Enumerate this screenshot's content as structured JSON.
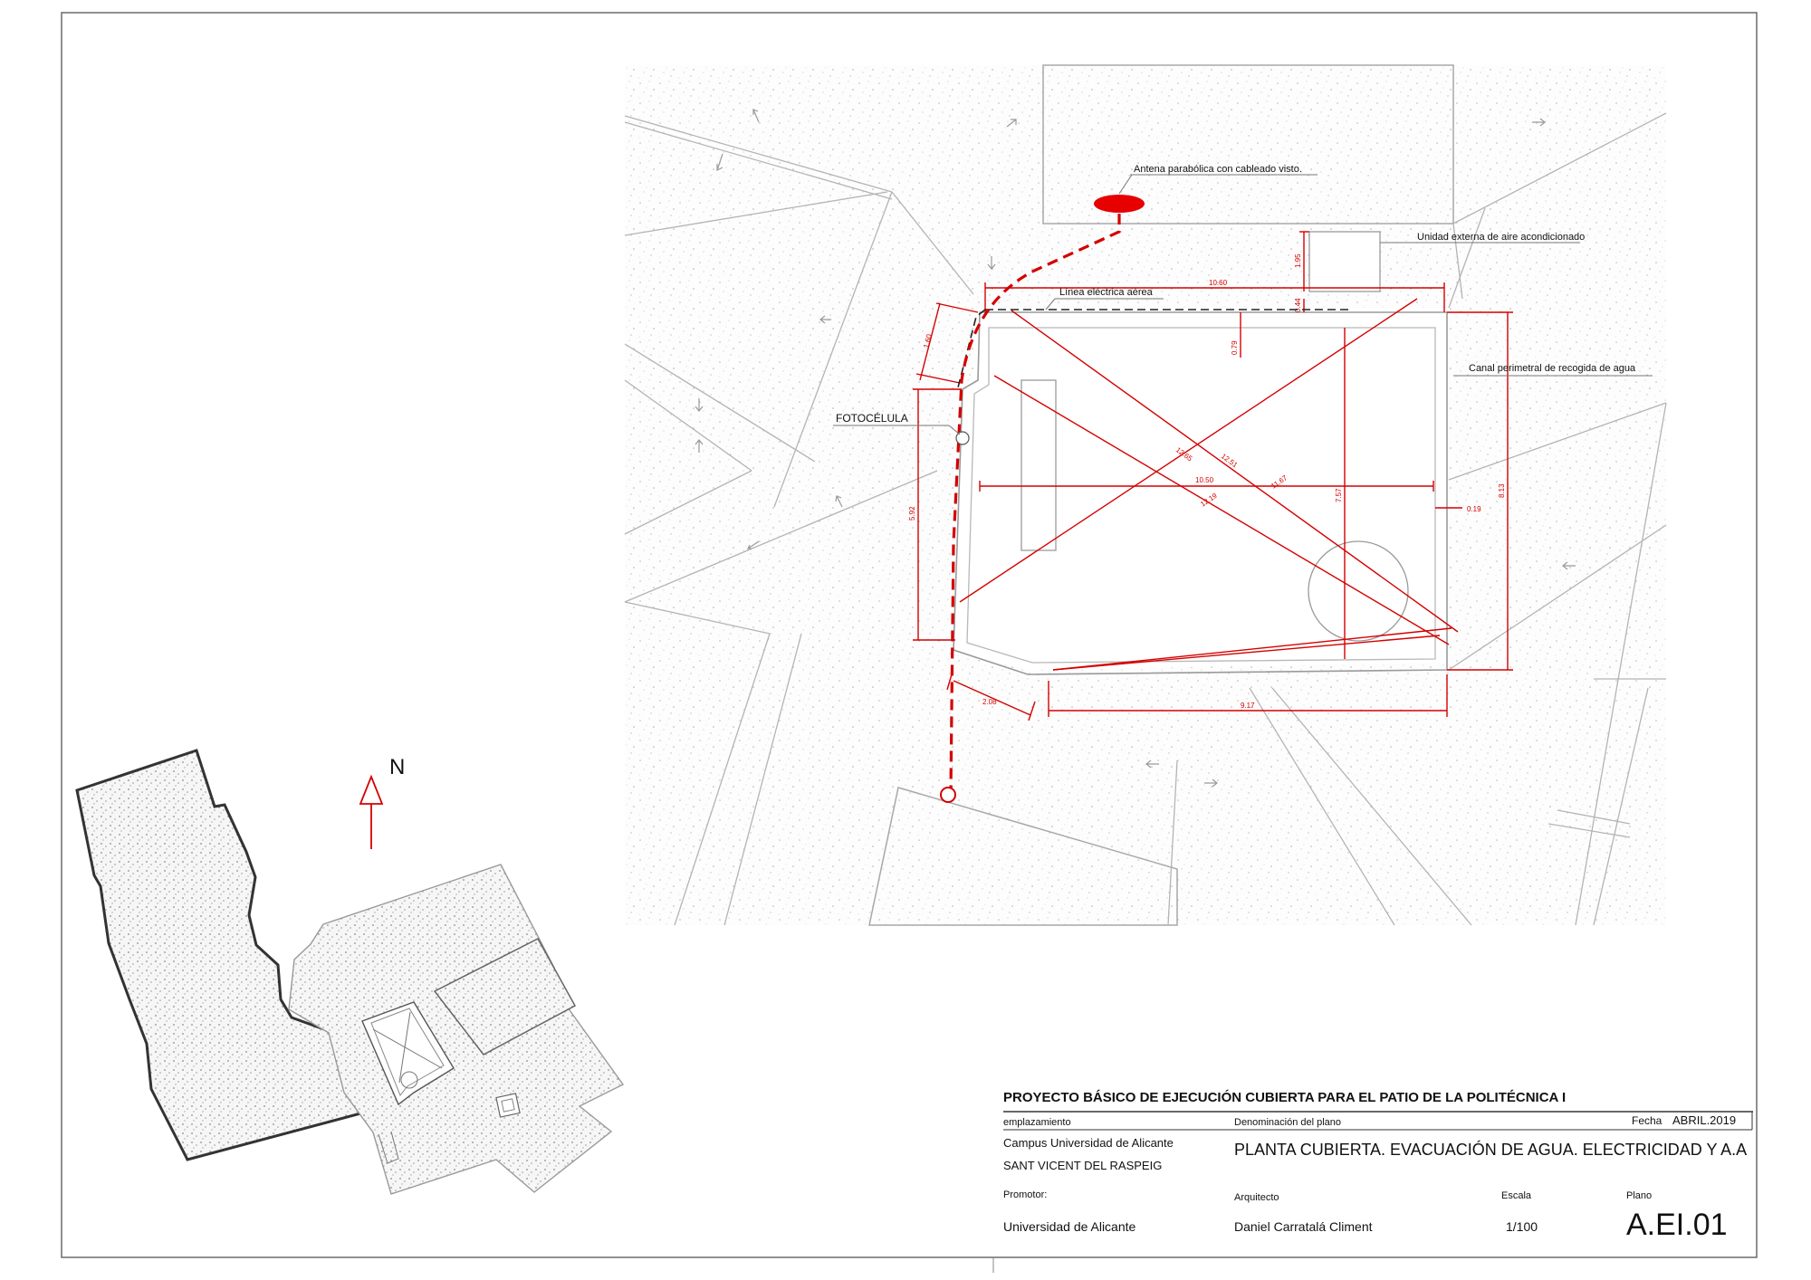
{
  "labels": {
    "antenna": "Antena parabólica con cableado visto.",
    "ac_unit": "Unidad externa de aire acondicionado",
    "power_line": "Línea eléctrica aérea",
    "gutter": "Canal perimetral de recogida de agua",
    "photocell": "FOTOCÉLULA",
    "north": "N"
  },
  "dimensions": {
    "top_width": "10.60",
    "ac_depth": "1.95",
    "ac_gap": "0.44",
    "gap_top": "0.79",
    "left_upper": "1.60",
    "left_main": "5.92",
    "right_height": "8.13",
    "right_gap": "0.19",
    "bottom_left": "2.08",
    "bottom_right": "9.17",
    "horizontal_inner": "10.50",
    "vertical_inner": "7.57",
    "diag_a": "12.65",
    "diag_b": "12.51",
    "diag_c": "12.19",
    "diag_d": "11.67"
  },
  "title_block": {
    "project_title": "PROYECTO  BÁSICO DE EJECUCIÓN CUBIERTA PARA EL PATIO DE LA POLITÉCNICA I",
    "location_label": "emplazamiento",
    "location_line1": "Campus Universidad de Alicante",
    "location_line2": "SANT VICENT DEL RASPEIG",
    "plan_name_label": "Denominación del plano",
    "plan_name": "PLANTA CUBIERTA. EVACUACIÓN DE AGUA. ELECTRICIDAD Y A.A",
    "date_label": "Fecha",
    "date": "ABRIL.2019",
    "promoter_label": "Promotor:",
    "promoter": "Universidad de Alicante",
    "architect_label": "Arquitecto",
    "architect": "Daniel Carratalá Climent",
    "scale_label": "Escala",
    "scale": "1/100",
    "sheet_label": "Plano",
    "sheet": "A.EI.01"
  },
  "colors": {
    "red": "#d40000",
    "line": "#9a9a9a",
    "dark": "#333333"
  }
}
